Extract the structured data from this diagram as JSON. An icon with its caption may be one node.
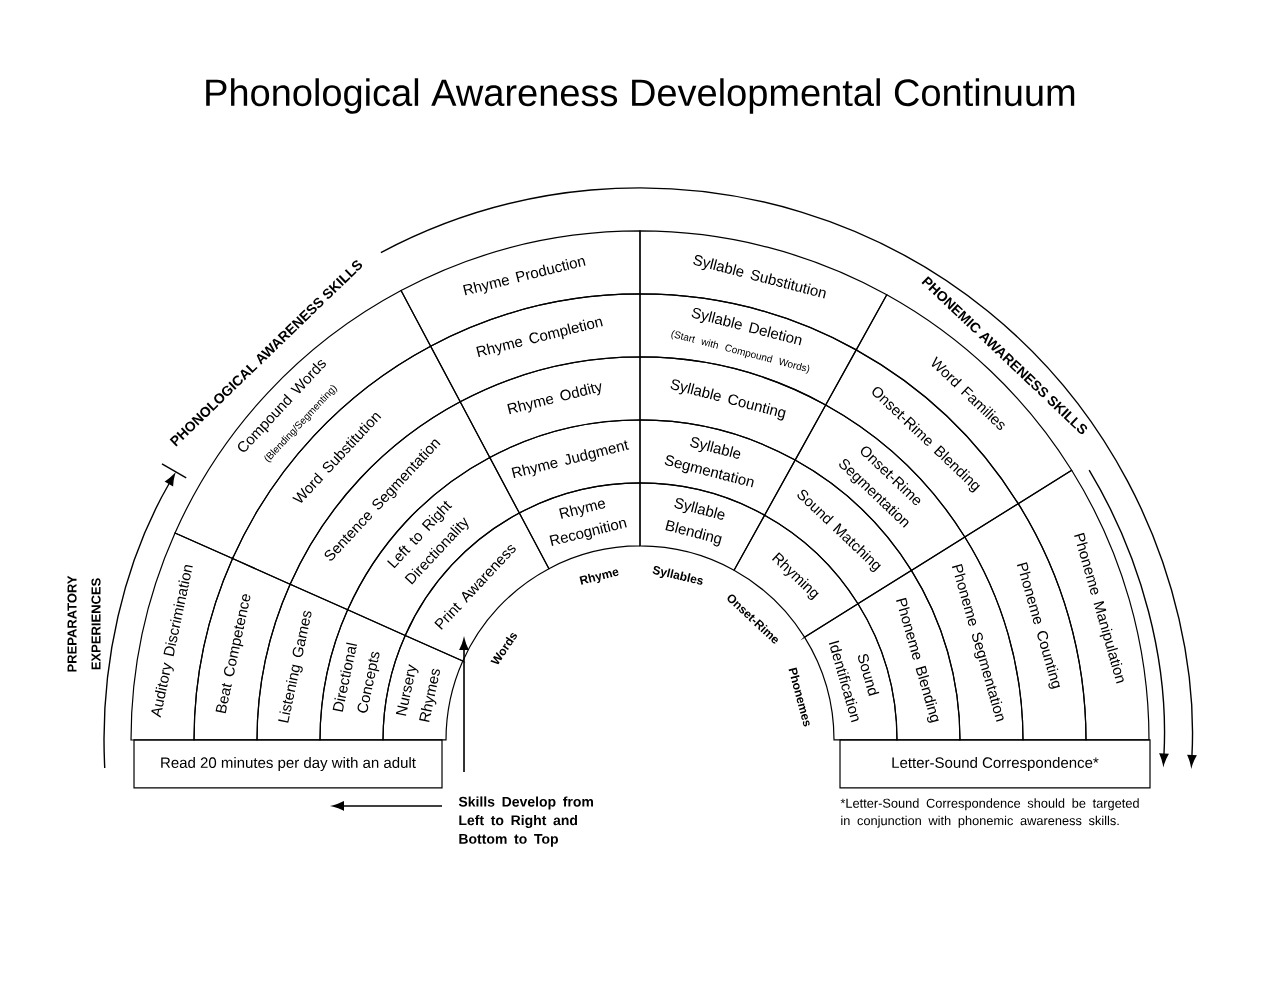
{
  "diagram": {
    "title": "Phonological Awareness Developmental Continuum",
    "nodes": [
      {
        "text": [
          "Nursery Rhymes"
        ]
      },
      {
        "text": [
          "Directional Concepts"
        ]
      },
      {
        "text": [
          "Listening Games"
        ]
      },
      {
        "text": [
          "Beat Competence"
        ]
      },
      {
        "text": [
          "Auditory Discrimination"
        ]
      },
      {
        "text": [
          "Print Awareness"
        ]
      },
      {
        "text": [
          "Left to Right Directionality"
        ]
      },
      {
        "text": [
          "Sentence Segmentation"
        ]
      },
      {
        "text": [
          "Word Substitution"
        ]
      },
      {
        "text": [
          "Compound Words",
          "(Blending/Segmenting)"
        ]
      },
      {
        "text": [
          "Rhyme Recognition"
        ]
      },
      {
        "text": [
          "Rhyme Judgment"
        ]
      },
      {
        "text": [
          "Rhyme Oddity"
        ]
      },
      {
        "text": [
          "Rhyme Completion"
        ]
      },
      {
        "text": [
          "Rhyme Production"
        ]
      },
      {
        "text": [
          "Syllable Blending"
        ]
      },
      {
        "text": [
          "Syllable Segmentation"
        ]
      },
      {
        "text": [
          "Syllable Counting"
        ]
      },
      {
        "text": [
          "Syllable Deletion",
          "(Start with Compound Words)"
        ]
      },
      {
        "text": [
          "Syllable Substitution"
        ]
      },
      {
        "text": [
          "Rhyming"
        ]
      },
      {
        "text": [
          "Sound Matching"
        ]
      },
      {
        "text": [
          "Onset-Rime Segmentation"
        ]
      },
      {
        "text": [
          "Onset-Rime Blending"
        ]
      },
      {
        "text": [
          "Word Families"
        ]
      },
      {
        "text": [
          "Sound Identification"
        ]
      },
      {
        "text": [
          "Phoneme Blending"
        ]
      },
      {
        "text": [
          "Phoneme Segmentation"
        ]
      },
      {
        "text": [
          "Phoneme Counting"
        ]
      },
      {
        "text": [
          "Phoneme Manipulation"
        ]
      },
      {
        "text": [
          "Read 20 minutes per day with an adult"
        ]
      },
      {
        "text": [
          "Letter-Sound Correspondence*"
        ]
      }
    ],
    "labels": [
      "PHONOLOGICAL AWARENESS SKILLS",
      "PHONEMIC AWARENESS SKILLS",
      "PREPARATORY EXPERIENCES",
      "Words",
      "Rhyme",
      "Syllables",
      "Onset-Rime",
      "Phonemes",
      "Skills Develop from Left to Right and Bottom to Top",
      "*Letter-Sound Correspondence should be targeted in conjunction with phonemic awareness skills."
    ]
  }
}
